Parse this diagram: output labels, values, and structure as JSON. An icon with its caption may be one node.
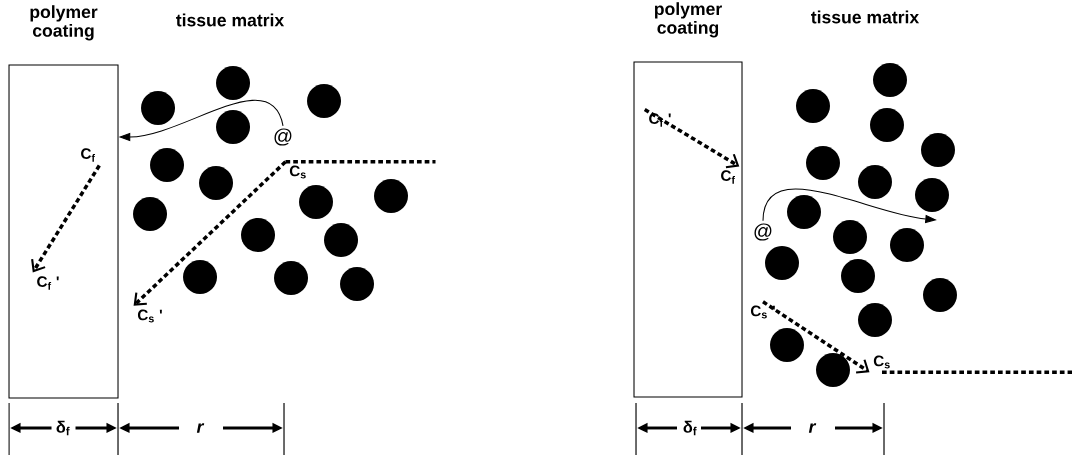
{
  "diagram": {
    "nodes": [
      {
        "text": [
          "polymer coating"
        ]
      },
      {
        "text": [
          "@"
        ]
      },
      {
        "text": [
          "C$_{f}$"
        ],
        "in": 0
      },
      {
        "text": [
          "C$_{f}$ '"
        ],
        "in": 0
      },
      {
        "text": [
          "C$_{s}$"
        ]
      },
      {
        "text": [
          "C$_{s}$ '"
        ]
      },
      {
        "text": [
          "polymer coating"
        ]
      },
      {
        "text": [
          "C$_{f}$ '"
        ],
        "in": 6
      },
      {
        "text": [
          "C$_{f}$"
        ],
        "in": 6
      },
      {
        "text": [
          "@"
        ]
      },
      {
        "text": [
          "C$_{s}$ '"
        ]
      },
      {
        "text": [
          "C$_{s}$"
        ]
      }
    ],
    "edges": [
      {
        "from": 1,
        "to": 0,
        "arrow": "to"
      },
      {
        "from": 2,
        "to": 3,
        "arrow": "to",
        "style": "dashed"
      },
      {
        "from": 4,
        "to": 5,
        "arrow": "to",
        "style": "dashed"
      },
      {
        "from": 4,
        "to": null,
        "arrow": "none",
        "style": "dashed"
      },
      {
        "from": 7,
        "to": 8,
        "arrow": "to",
        "style": "dashed"
      },
      {
        "from": 9,
        "to": null,
        "arrow": "to"
      },
      {
        "from": 10,
        "to": 11,
        "arrow": "to",
        "style": "dashed"
      },
      {
        "from": 11,
        "to": null,
        "arrow": "none",
        "style": "dashed"
      }
    ],
    "labels": [
      "tissue matrix",
      "δ$_{f}$",
      "r",
      "tissue matrix",
      "δ$_{f}$",
      "r"
    ]
  }
}
